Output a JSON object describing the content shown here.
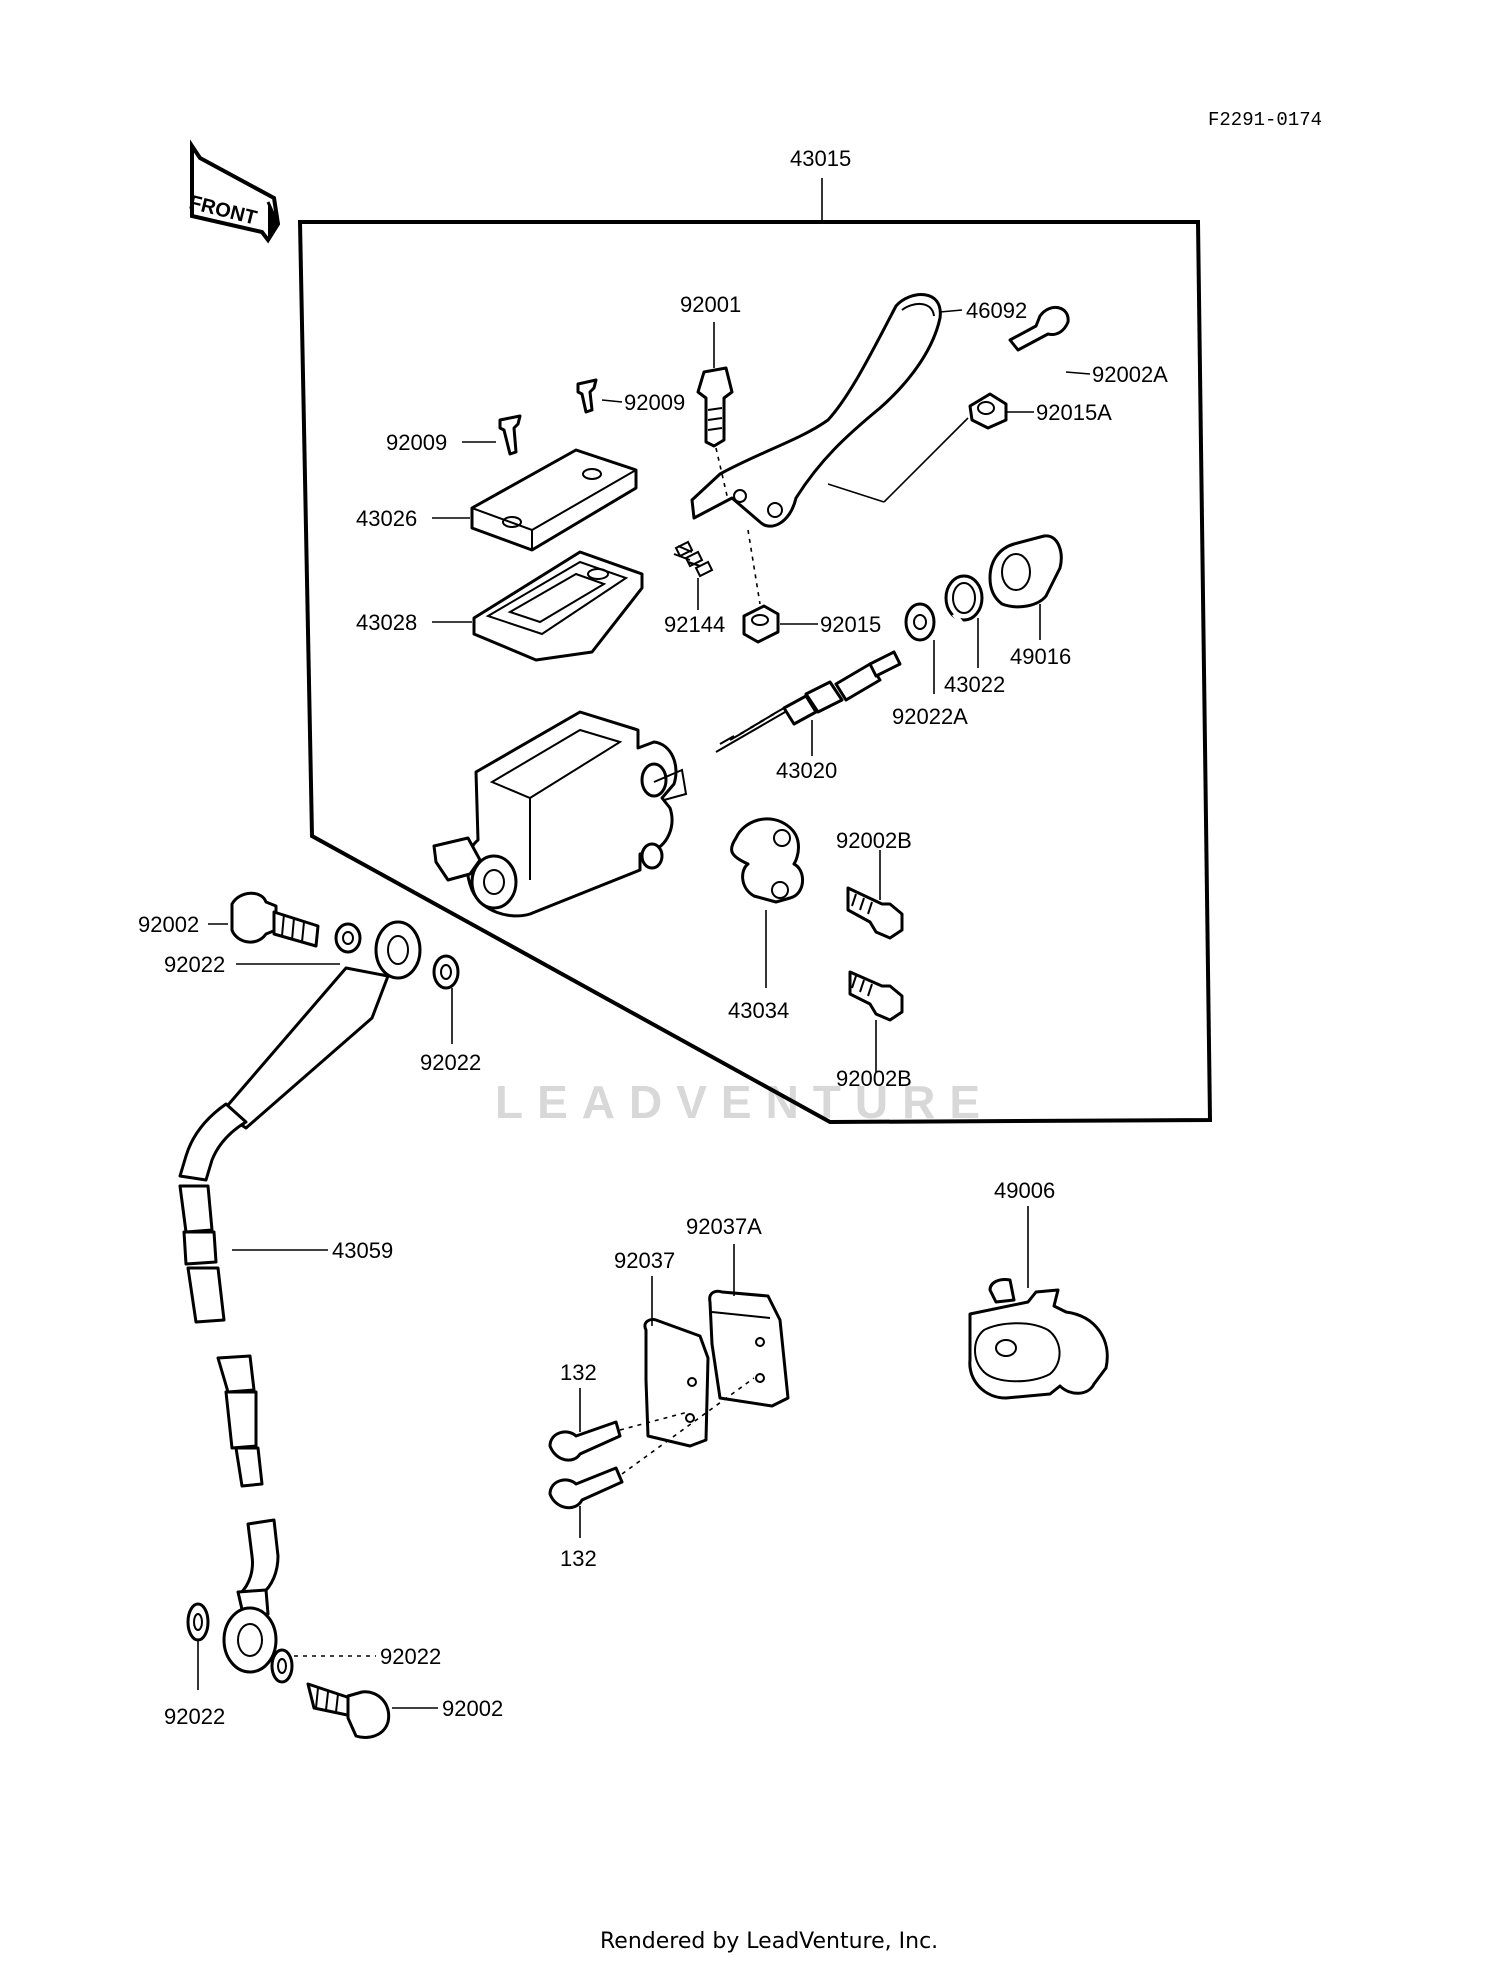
{
  "diagram_code": "F2291-0174",
  "front_label": "FRONT",
  "watermark": "LEADVENTURE",
  "footer": "Rendered by LeadVenture, Inc.",
  "parts": {
    "p43015": "43015",
    "p46092": "46092",
    "p92001": "92001",
    "p92002A": "92002A",
    "p92009a": "92009",
    "p92009b": "92009",
    "p92015A": "92015A",
    "p43026": "43026",
    "p43028": "43028",
    "p92144": "92144",
    "p92015": "92015",
    "p49016": "49016",
    "p43022": "43022",
    "p92022A": "92022A",
    "p43020": "43020",
    "p92002B_top": "92002B",
    "p92002B_bottom": "92002B",
    "p43034": "43034",
    "p92002_top": "92002",
    "p92022_a": "92022",
    "p92022_b": "92022",
    "p43059": "43059",
    "p49006": "49006",
    "p92037A": "92037A",
    "p92037": "92037",
    "p132_top": "132",
    "p132_bottom": "132",
    "p92022_c": "92022",
    "p92022_d": "92022",
    "p92002_bottom": "92002"
  }
}
